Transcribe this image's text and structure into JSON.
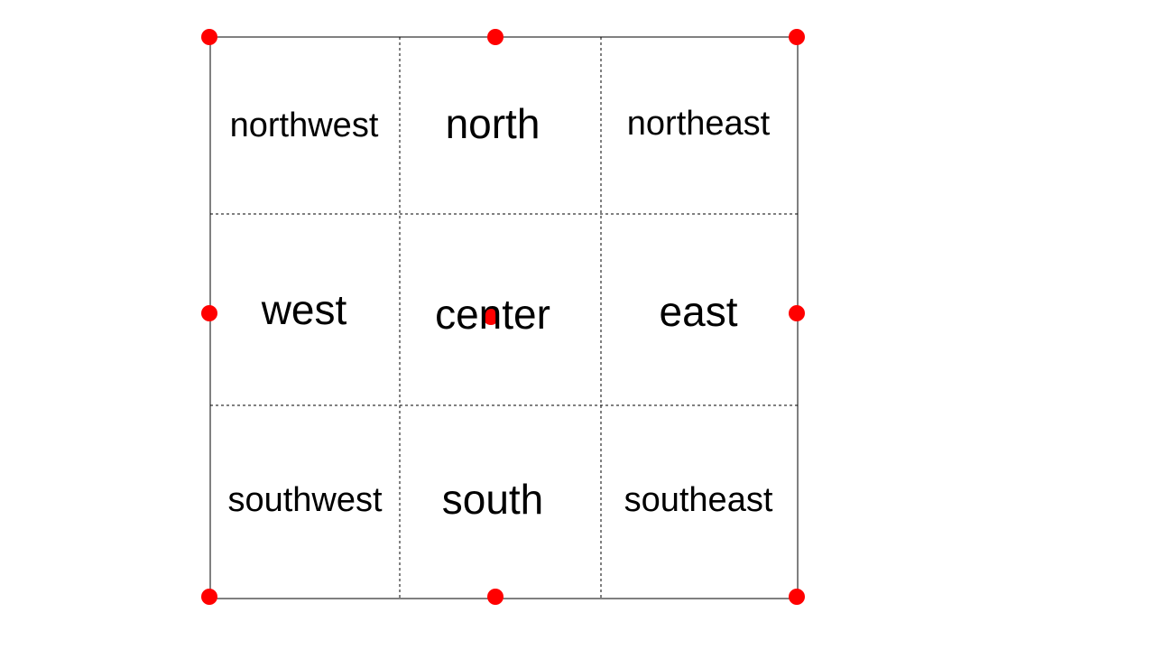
{
  "regions": {
    "northwest": "northwest",
    "north": "north",
    "northeast": "northeast",
    "west": "west",
    "center": "center",
    "east": "east",
    "southwest": "southwest",
    "south": "south",
    "southeast": "southeast"
  },
  "colors": {
    "border": "#000000",
    "grid_lines": "#000000",
    "anchor_points": "#ff0000",
    "text": "#000000",
    "background": "#ffffff"
  }
}
